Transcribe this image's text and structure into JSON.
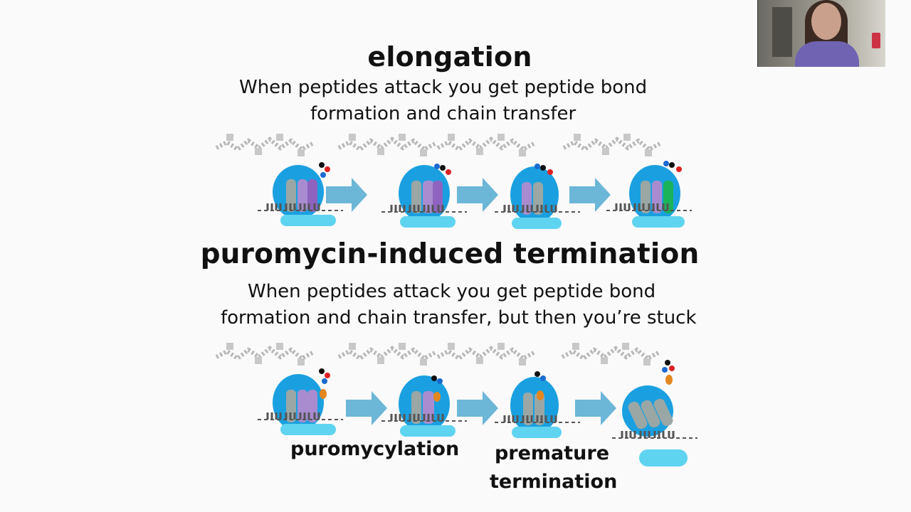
{
  "slide": {
    "elongation": {
      "title": "elongation",
      "line1": "When peptides attack you get peptide bond",
      "line2": "formation and chain transfer"
    },
    "puromycin": {
      "title": "puromycin-induced termination",
      "line1": "When peptides attack you get peptide bond",
      "line2": "formation and chain transfer, but then you’re stuck"
    },
    "labels": {
      "puromycylation": "puromycylation",
      "premature_line1": "premature",
      "premature_line2": "termination"
    }
  },
  "colors": {
    "ribosome_blue": "#1aa0e0",
    "ribosome_light": "#5fd4f0",
    "arrow": "#6cb6d8",
    "trna_gray": "#9aa7a5",
    "trna_purple": "#a98cd0",
    "trna_purple_dark": "#8e63c0",
    "green": "#1bb35a",
    "orange": "#e3871f"
  },
  "webcam": {
    "icon": "video-feed-icon"
  }
}
